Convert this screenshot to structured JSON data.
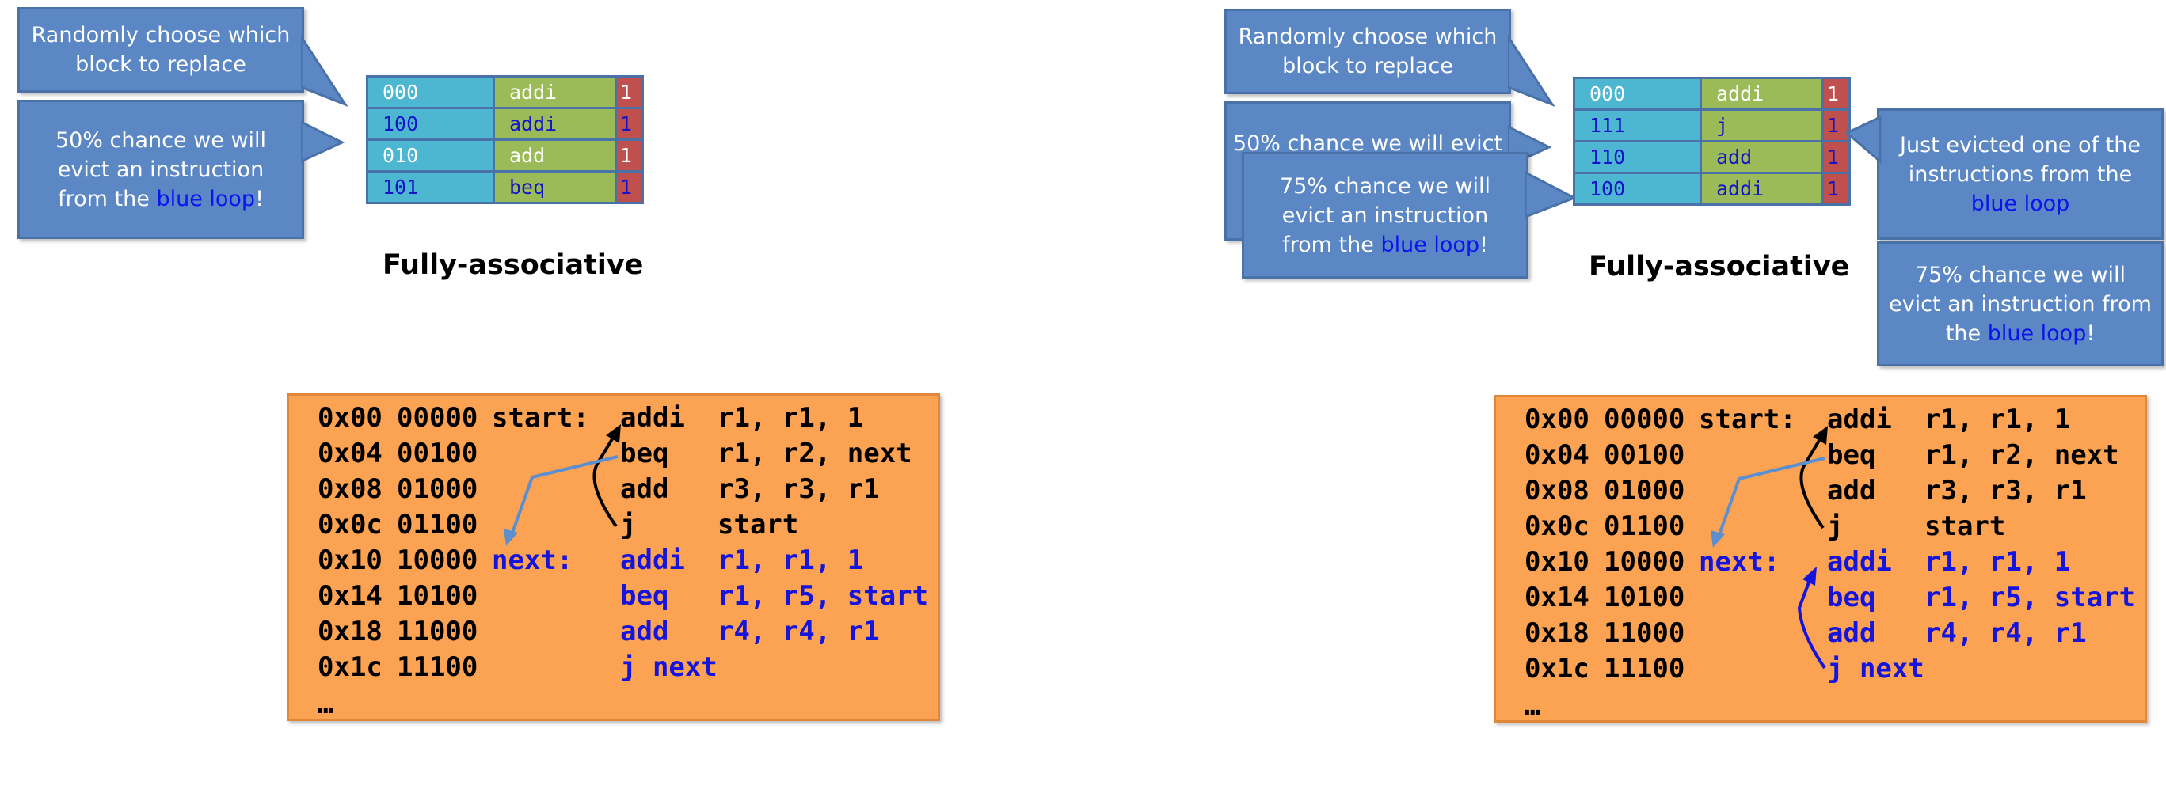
{
  "colors": {
    "callout": "#5b87c5",
    "callout_highlight": "#0b14ee",
    "tag_cell": "#4db6d0",
    "instr_cell": "#9bbb59",
    "valid_cell": "#c0504d",
    "code_box": "#fba352",
    "blue_loop": "#1414dc"
  },
  "left": {
    "callouts": {
      "random": "Randomly choose which block to replace",
      "evict_pre": "50% chance we will evict an instruction from the",
      "evict_hl": "blue loop",
      "evict_post": "!"
    },
    "cache": {
      "rows": [
        {
          "tag": "000",
          "instr": "addi",
          "valid": "1",
          "blue": false
        },
        {
          "tag": "100",
          "instr": "addi",
          "valid": "1",
          "blue": true
        },
        {
          "tag": "010",
          "instr": "add",
          "valid": "1",
          "blue": false
        },
        {
          "tag": "101",
          "instr": "beq",
          "valid": "1",
          "blue": true
        }
      ]
    },
    "caption": "Fully-associative"
  },
  "right": {
    "callouts": {
      "random": "Randomly choose which block to replace",
      "evict50_visible": "50% chance we will evict",
      "evict75_pre": "75% chance we will evict an instruction from the",
      "evict75_hl": "blue loop",
      "evict75_post": "!",
      "just_evicted_pre": "Just evicted one of the instructions from the",
      "just_evicted_hl": "blue loop",
      "side75_pre": "75% chance we will evict an instruction from the",
      "side75_hl": "blue loop",
      "side75_post": "!"
    },
    "cache": {
      "rows": [
        {
          "tag": "000",
          "instr": "addi",
          "valid": "1",
          "blue": false
        },
        {
          "tag": "111",
          "instr": "j",
          "valid": "1",
          "blue": true
        },
        {
          "tag": "110",
          "instr": "add",
          "valid": "1",
          "blue": true
        },
        {
          "tag": "100",
          "instr": "addi",
          "valid": "1",
          "blue": true
        }
      ]
    },
    "caption": "Fully-associative"
  },
  "code": {
    "lines": [
      {
        "addr": "0x00",
        "bits": "00000",
        "label": "start:",
        "op": "addi",
        "args": "r1, r1, 1",
        "blue": false
      },
      {
        "addr": "0x04",
        "bits": "00100",
        "label": "",
        "op": "beq",
        "args": "r1, r2, next",
        "blue": false
      },
      {
        "addr": "0x08",
        "bits": "01000",
        "label": "",
        "op": "add",
        "args": "r3, r3, r1",
        "blue": false
      },
      {
        "addr": "0x0c",
        "bits": "01100",
        "label": "",
        "op": "j",
        "args": "start",
        "blue": false
      },
      {
        "addr": "0x10",
        "bits": "10000",
        "label": "next:",
        "op": "addi",
        "args": "r1, r1, 1",
        "blue": true
      },
      {
        "addr": "0x14",
        "bits": "10100",
        "label": "",
        "op": "beq",
        "args": "r1, r5, start",
        "blue": true
      },
      {
        "addr": "0x18",
        "bits": "11000",
        "label": "",
        "op": "add",
        "args": "r4, r4, r1",
        "blue": true
      },
      {
        "addr": "0x1c",
        "bits": "11100",
        "label": "",
        "op": "j next",
        "args": "",
        "blue": true
      }
    ],
    "ellipsis": "…"
  }
}
